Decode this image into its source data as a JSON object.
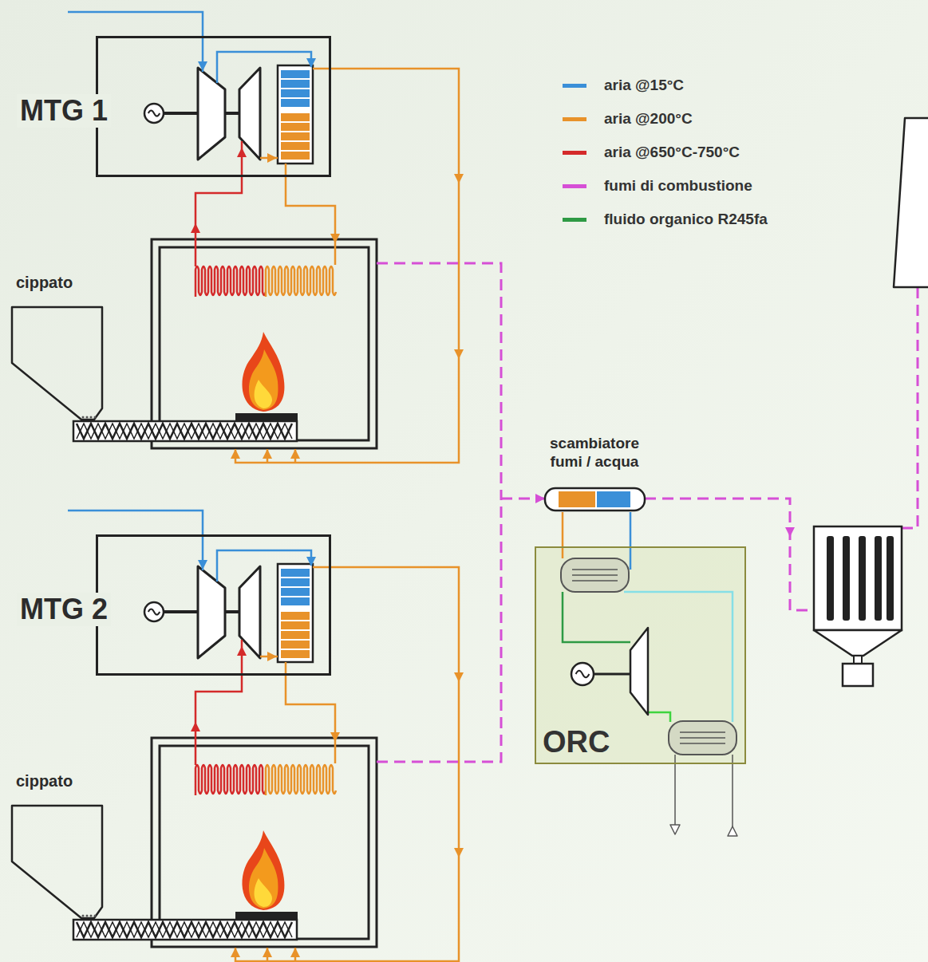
{
  "diagram": {
    "nodes": [
      {
        "text": [
          "MTG 1"
        ]
      },
      {
        "text": [
          "cippato"
        ]
      },
      {
        "text": [
          "scambiatore fumi / acqua"
        ]
      },
      {
        "text": [
          "MTG 2"
        ]
      },
      {
        "text": [
          "ORC"
        ]
      },
      {
        "text": [
          "cippato"
        ]
      }
    ],
    "edges": [
      {
        "from": 2,
        "to": 4,
        "arrow": "none"
      },
      {
        "from": 2,
        "to": 4,
        "arrow": "none"
      }
    ],
    "legend": [
      {
        "text": "aria @15°C",
        "color": "#3a8fd8"
      },
      {
        "text": "aria @200°C",
        "color": "#e8922a"
      },
      {
        "text": "aria @650°C-750°C",
        "color": "#d42a2a"
      },
      {
        "text": "fumi di combustione",
        "color": "#d64fd6"
      },
      {
        "text": "fluido organico R245fa",
        "color": "#2e9a44"
      }
    ]
  }
}
